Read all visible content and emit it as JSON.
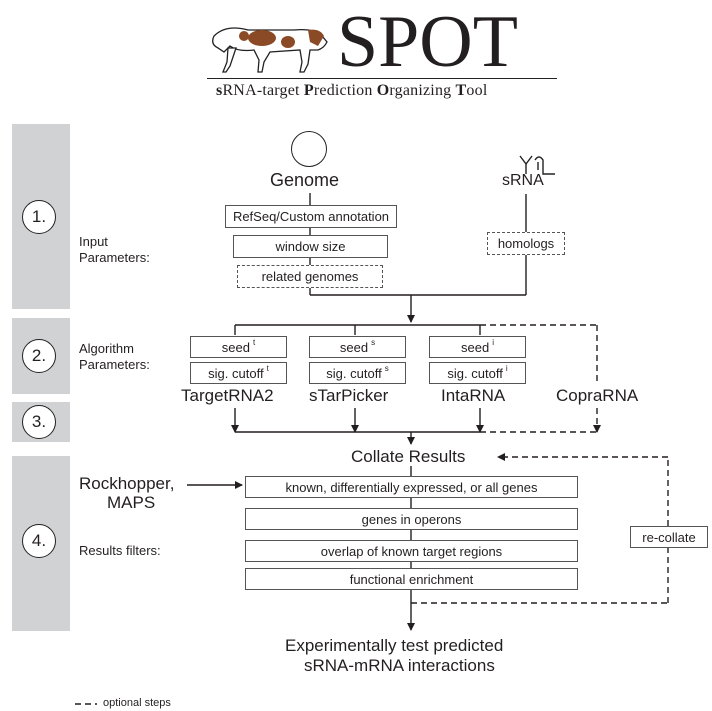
{
  "header": {
    "title": "SPOT",
    "subtitle_parts": [
      {
        "b": "s",
        "r": "RNA-target "
      },
      {
        "b": "P",
        "r": "rediction "
      },
      {
        "b": "O",
        "r": "rganizing "
      },
      {
        "b": "T",
        "r": "ool"
      }
    ]
  },
  "stages": [
    "1.",
    "2.",
    "3.",
    "4."
  ],
  "inputs": {
    "genome_label": "Genome",
    "srna_label": "sRNA",
    "annotation": "RefSeq/Custom annotation",
    "window_size": "window size",
    "related_genomes": "related genomes",
    "homologs": "homologs",
    "params_label_1": "Input",
    "params_label_2": "Parameters:"
  },
  "algorithms": {
    "params_label_1": "Algorithm",
    "params_label_2": "Parameters:",
    "seed_label": "seed",
    "cutoff_label": "sig. cutoff",
    "tools": [
      {
        "name": "TargetRNA2",
        "sup": "t"
      },
      {
        "name": "sTarPicker",
        "sup": "s"
      },
      {
        "name": "IntaRNA",
        "sup": "i"
      }
    ],
    "optional_tool": "CopraRNA"
  },
  "collate": "Collate Results",
  "filters": {
    "label": "Results filters:",
    "source_1": "Rockhopper,",
    "source_2": "MAPS",
    "items": [
      "known, differentially expressed, or all genes",
      "genes in operons",
      "overlap of known target regions",
      "functional enrichment"
    ],
    "recollate": "re-collate"
  },
  "output_1": "Experimentally test predicted",
  "output_2": "sRNA-mRNA interactions",
  "legend": "optional steps"
}
